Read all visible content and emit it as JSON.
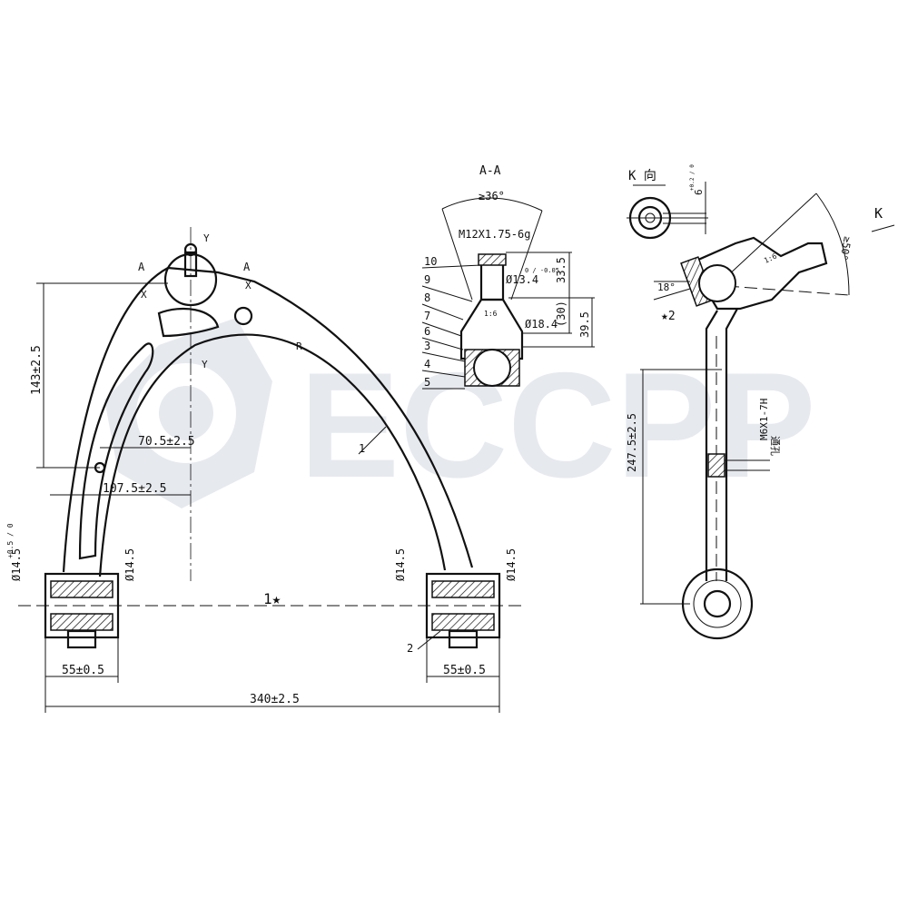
{
  "watermark": {
    "text": "ECCPP",
    "color": "#e6e9ee"
  },
  "main_view": {
    "dims": {
      "height": "143±2.5",
      "offset_small": "70.5±2.5",
      "offset_large": "107.5±2.5",
      "bush_dia": "Ø14.5",
      "bush_tol": "+0.5 / 0",
      "bush_width_left": "55±0.5",
      "bush_width_right": "55±0.5",
      "overall_length": "340±2.5"
    },
    "labels": {
      "a1": "A",
      "a2": "A",
      "x1": "X",
      "x2": "X",
      "y1": "Y",
      "y2": "Y",
      "r": "R",
      "part1": "1",
      "part2": "2",
      "star1": "1★"
    }
  },
  "section_view": {
    "title": "A-A",
    "angle": "≥36°",
    "thread": "M12X1.75-6g",
    "dia_pin": "Ø13.4",
    "dia_pin_tol": "0 / -0.05",
    "dia_body": "Ø18.4",
    "dim_33_5": "33.5",
    "dim_30": "(30)",
    "dim_39_5": "39.5",
    "taper": "1:6",
    "part_numbers": [
      "10",
      "9",
      "8",
      "7",
      "6",
      "3",
      "4",
      "5"
    ]
  },
  "side_view": {
    "k_view_title": "K 向",
    "k_dim": "6",
    "k_dim_tol": "+0.2 / 0",
    "k_arrow": "K",
    "angle_cone": "≥50°",
    "angle_tilt": "18°",
    "star2": "★2",
    "length": "247.5±2.5",
    "thread": "M6X1-7H",
    "through_hole": "通孔",
    "taper": "1:6"
  }
}
